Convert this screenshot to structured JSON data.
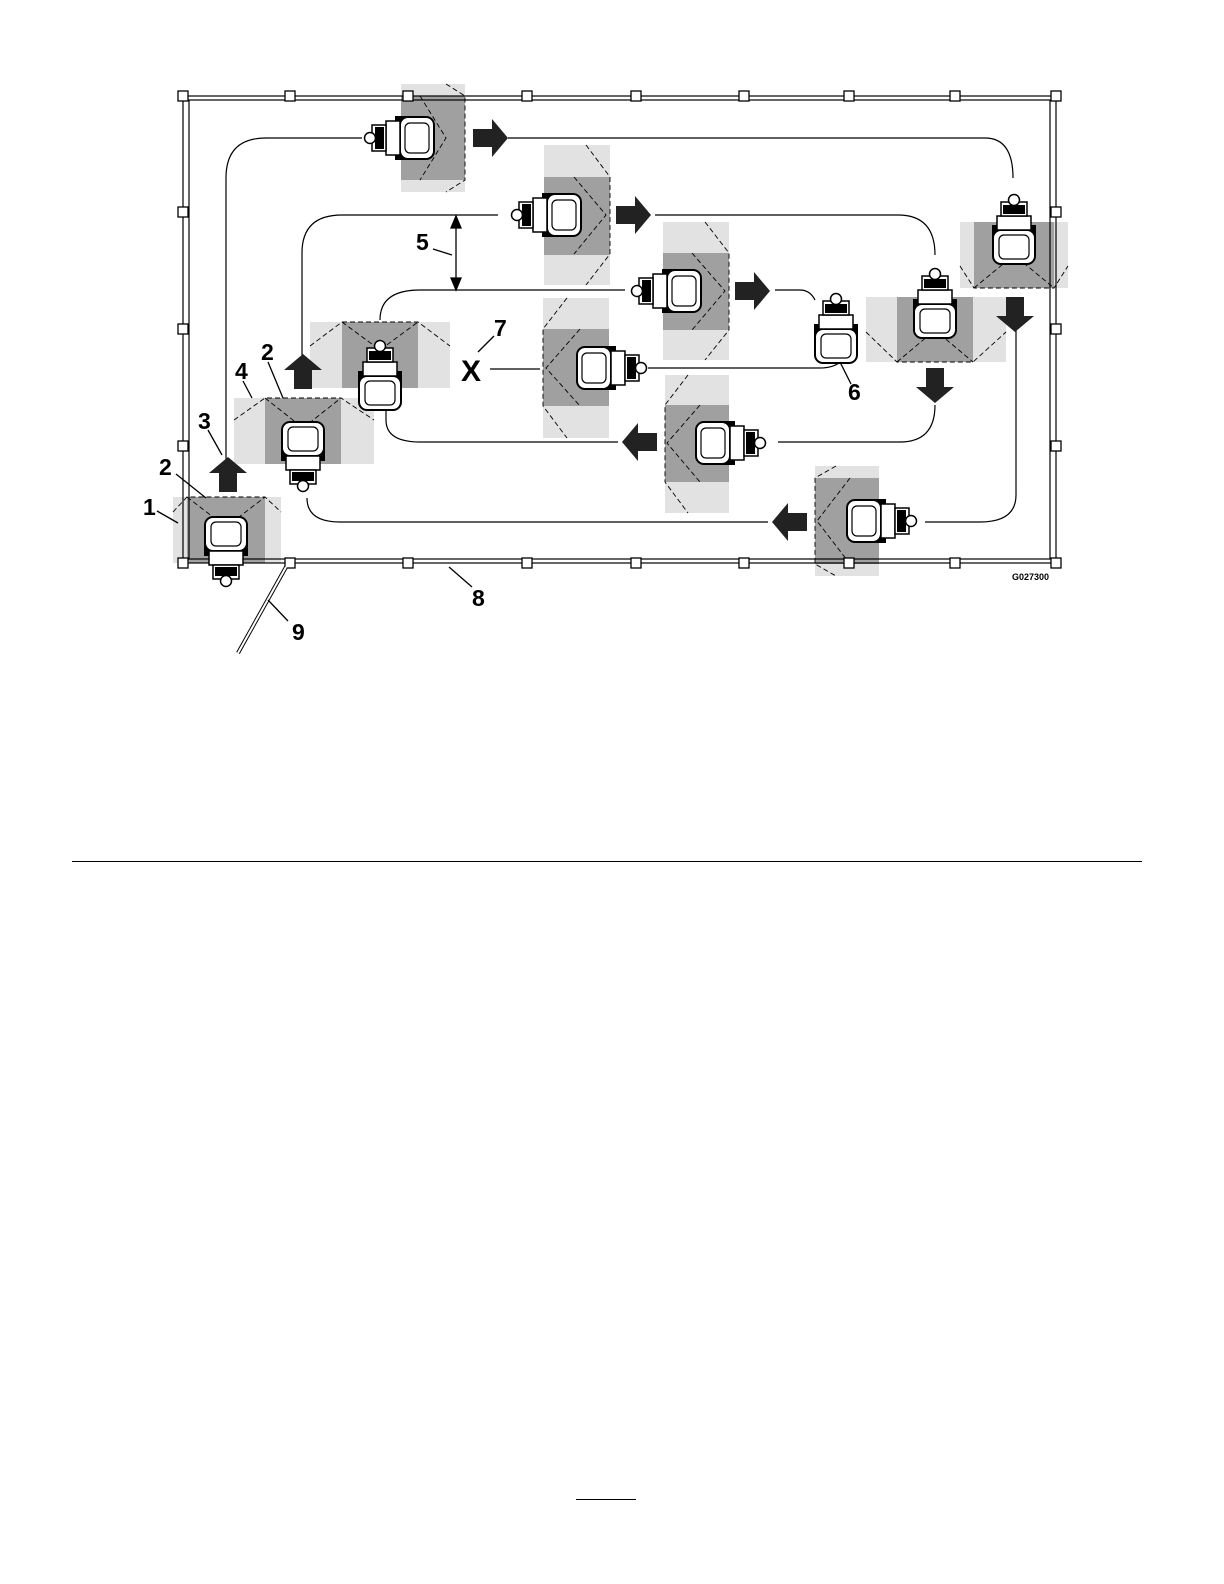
{
  "figure": {
    "id_label": "G027300",
    "x_mark": "X",
    "callouts": {
      "c1": "1",
      "c2a": "2",
      "c2b": "2",
      "c3": "3",
      "c4": "4",
      "c5": "5",
      "c6": "6",
      "c7": "7",
      "c8": "8",
      "c9": "9"
    },
    "colors": {
      "pass_dark": "#a0a0a0",
      "pass_light": "#e2e2e2",
      "line": "#000000",
      "arrow": "#222222"
    }
  }
}
